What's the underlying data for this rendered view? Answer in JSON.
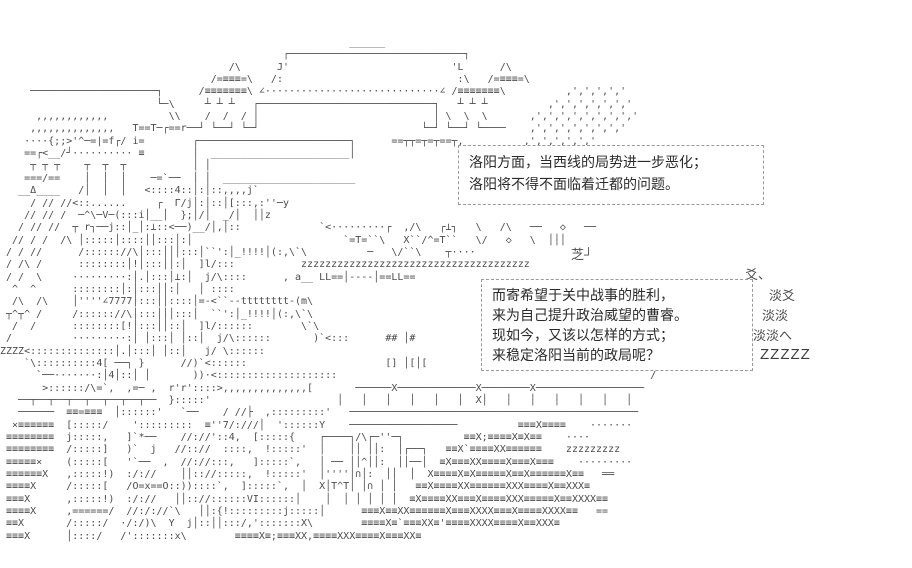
{
  "scene": {
    "background_color": "#ffffff",
    "art_color": "#4c4c4c",
    "ascii_art": "\n\n\n                                                          ______\n                                               ┌─────────────────────────────┐\n                                      /\\      J'                           'L      /\\\n                                   /=≡≡≡=\\   /:                             :\\   /=≡≡≡=\\\n     ─────────────────────┐      /≡≡≡≡≡≡≡\\ ∠·····························∠ /≡≡≡≡≡≡≡\\          ,',',',','\n                          └─\\     ┴ ┴ ┴   ┌─────────────────────────────┐   ┴ ┴ ┴          ,',',',',',','\n      ,,,,,,,,,,,,          \\\\    /  /  / │                             │ \\  \\  \\       ,',',',',',',',','\n     ,,,,,,,,,,,,,,   T==T─┌==r──┘ └──┘ └─┘                           └─┘ └──┘ └────    ,',',',',',',','\n    ····{;;>'^─=|=f┌/ i=        ┌─────────────────────────┐      ==┬┬=┬=┬==┬,          ,',',',',','\n    ==┌<__/┘·········· ≡        │  _______________________│                                 ==     ,','\n     ┬ ┬ ┬    ┬  ┬  ┬           │ │                                                         T\n    ===/==    │  │  │    ─=`──  │ │  ______________________\n   __Δ____   /│  │  │   <::::4::│:│::,,,,j`\n     / // //<::......     ┌  Γ/j│:│::│[:::,:''─y\n    // // /  ─^\\─V─(:::i│__│  };│/│  _/│  ││z\n   / // //  ┬ r┐──j::│_│:⊥::<──)__/│,│::             `<·········┌  ,/\\   ┌⊥┐   \\   /\\   ──   ◇   ──\n  // / /  /\\ │:::::│::::││:::│:│                         `=T=``\\   X``/^=T``   \\/   ◇   \\  │││\n / / //      /:::::://\\│:::│││:::│``':│_!!!!│(:,\\`\\          ─   \\/``\\    ┬····\n / /\\ /      ::::::::│!│:::││:│  ]l/:::           zzzzzzzzzzzzzzzzzzzzzzzzzzzzzzzzzzzzzz\n / /  \\     ·········:│.│:::│⊥:│  j/\\::::      , a__ LL==│----│==LL==\n  ^  ^      ::::::::│:│:::││:│   │ ::::\n  /\\  /\\    │''''∠7777│:::││::::│=-<``--tttttttt-(m\\\n ┬^┬^ /     /:::::://\\│:::│││:::│  ``':│_!!!!│(:,\\`\\\n  /  /      ::::::::[!│:::││::│  ]l/::::::        \\`\\\n /          ·········:│ │:::│ │::│  j/\\::::::       )`<:::      ## │#\nZZZZ<::::::::::::::│.│:::│ │::│   j/ \\::::::\n    `\\::::::::::4[ ──┐ }      //)`<::::::                       [] │[│[\n      `──·······:│4│::│ │       ))·<::::::::::::::::::::                                                    /\n       >::::::/\\=`,  ,=─ ,  r'r'::::>,,,,,,,,,,,,,,[       ──────X─────────────X────────X──────────────────\n   ──┬──┬──┬──┬──┬──┬──┬──  }:::::'                     │   │   │   │   │   │  X│   │   │   │   │   │   │\n   ──────  ≡≡=≡≡≡  │::::::'   `──    / //├  ,:::::::::'   ────────────────────────────────────────────────\n  ×≡≡≡≡≡≡  [:::::/    ':::::::::  ≡''7/:///│  '::::::Y    ──────────────────          ≡≡≡X≡≡≡≡    ·······\n ≡≡≡≡≡≡≡≡  j:::::,   ]`*──    //://'::4,  [:::::{    ┌────┐/\\┌─''─┐          ≡≡X;≡≡≡≡X≡X≡≡    ····\n ≡≡≡≡≡≡≡≡  /:::::]   )`  j   //:://  ::::,  !:::::'  │    ││ ││:  │┌──┐   ≡≡X`≡≡≡≡XX≡≡≡≡≡≡    zzzzzzzzz\n ≡≡≡≡≡×    (:::::[   '`──  ,  //://:::,   ]:::::`,   │ ── ││^││:  ││──│  ≡X≡≡≡XX≡≡≡≡X≡≡≡X≡≡≡    ·········\n ≡≡≡≡≡≡X   ,:::::!)  :/://    ││:://:::::,  !:::::'  │''''│∩│:  ││  │  X≡≡≡≡X≡X≡≡≡≡≡X≡≡X≡≡≡≡≡≡X≡≡   ══\n ≡≡≡≡X     /:::::[   /O=x==O::))::::`,  ]:::::`,  │  X│T^T│ │∩ │ │   ≡≡X≡≡≡≡XX≡≡≡≡≡≡XXX≡≡≡≡X≡≡XXX≡\n ≡≡≡X      ,:::::!)  :/://   ││:://::::::VI::::::│    │  │ │ │ │ │  ≡X≡≡≡≡XX≡≡≡X≡≡≡≡XXX≡≡≡≡≡X≡≡XXXX≡≡\n ≡≡≡≡X     ,======/  //:/://`\\   ││:{!:::::::::j:::::│      ≡≡≡X≡≡XX≡≡≡≡≡≡X≡≡≡XXXX≡≡≡X≡≡≡≡XXXX≡≡   ==\n ≡≡X       /:::::/  ·/:/)\\  Y  j│::││:::/,':::::::X\\        ≡≡≡≡X≡`≡≡≡XX≡'≡≡≡≡XXXX≡≡≡≡X≡≡XXX≡\n ≡≡≡X      │::::/   /':::::::x\\        ≡≡≡≡X≡;≡≡≡XX,≡≡≡≡XXX≡≡≡≡X≡≡≡XX≡\n\n"
  },
  "dialogue_boxes": [
    {
      "id": "dialogue-1",
      "lines": [
        "洛阳方面，当西线的局势进一步恶化；",
        "洛阳将不得不面临着迁都的问题。"
      ]
    },
    {
      "id": "dialogue-2",
      "lines": [
        "而寄希望于关中战事的胜利，",
        "来为自己提升政治威望的曹睿。",
        "现如今，又该以怎样的方式；",
        "来稳定洛阳当前的政局呢？"
      ]
    }
  ],
  "annotations": {
    "zhi": "芝┘",
    "yao": "爻、",
    "dan_1": "淡爻",
    "dan_2": "淡淡",
    "dan_3": "淡淡へ",
    "zzz": "ZZZZZ"
  }
}
